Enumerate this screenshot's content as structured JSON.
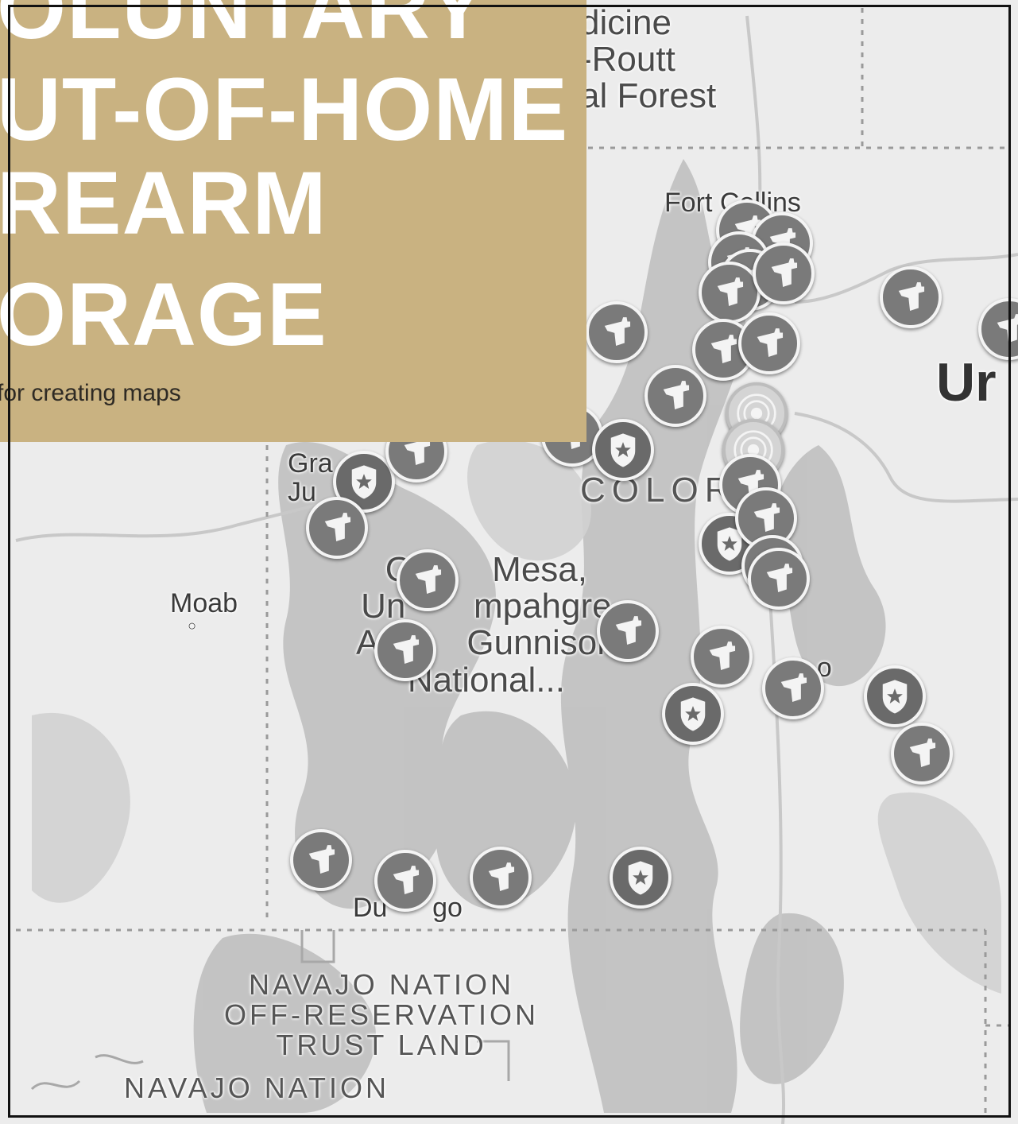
{
  "title_panel": {
    "lines": [
      "OLUNTARY",
      "UT-OF-HOME",
      "REARM",
      "ORAGE"
    ],
    "subtitle": "for creating maps",
    "background": "#c9b281"
  },
  "map": {
    "labels": [
      {
        "id": "medicine-bow-routt",
        "text_lines": [
          "dicine",
          "-Routt",
          "al Forest"
        ],
        "kind": "forest"
      },
      {
        "id": "fort-collins",
        "text_lines": [
          "Fort Collins"
        ],
        "kind": "city"
      },
      {
        "id": "grand-junction",
        "text_lines": [
          "Gra",
          "Ju"
        ],
        "kind": "city"
      },
      {
        "id": "colorado",
        "text_lines": [
          "COLORA"
        ],
        "kind": "state"
      },
      {
        "id": "moab",
        "text_lines": [
          "Moab"
        ],
        "kind": "city"
      },
      {
        "id": "gmug",
        "text_lines": [
          "Gr       Mesa,",
          "Un       mpahgre",
          "An       Gunnison",
          "National..."
        ],
        "kind": "forest"
      },
      {
        "id": "colorado-springs",
        "text_lines": [
          "Co          o"
        ],
        "kind": "city"
      },
      {
        "id": "durango",
        "text_lines": [
          "Du      go"
        ],
        "kind": "city"
      },
      {
        "id": "navajo-trust",
        "text_lines": [
          "NAVAJO NATION",
          "OFF-RESERVATION",
          "TRUST LAND"
        ],
        "kind": "reservation"
      },
      {
        "id": "navajo-nation",
        "text_lines": [
          "NAVAJO NATION"
        ],
        "kind": "reservation"
      },
      {
        "id": "united-states",
        "text_lines": [
          "Ur"
        ],
        "kind": "country"
      }
    ],
    "marker_icons": {
      "gun": "gun-icon",
      "police": "police-badge-icon",
      "location": "my-location-icon"
    },
    "colors": {
      "marker": "#7a7a7a",
      "marker_border": "#f4f4f4",
      "land": "#ececec",
      "forest": "#b8b8b8",
      "frame": "#111111"
    }
  }
}
